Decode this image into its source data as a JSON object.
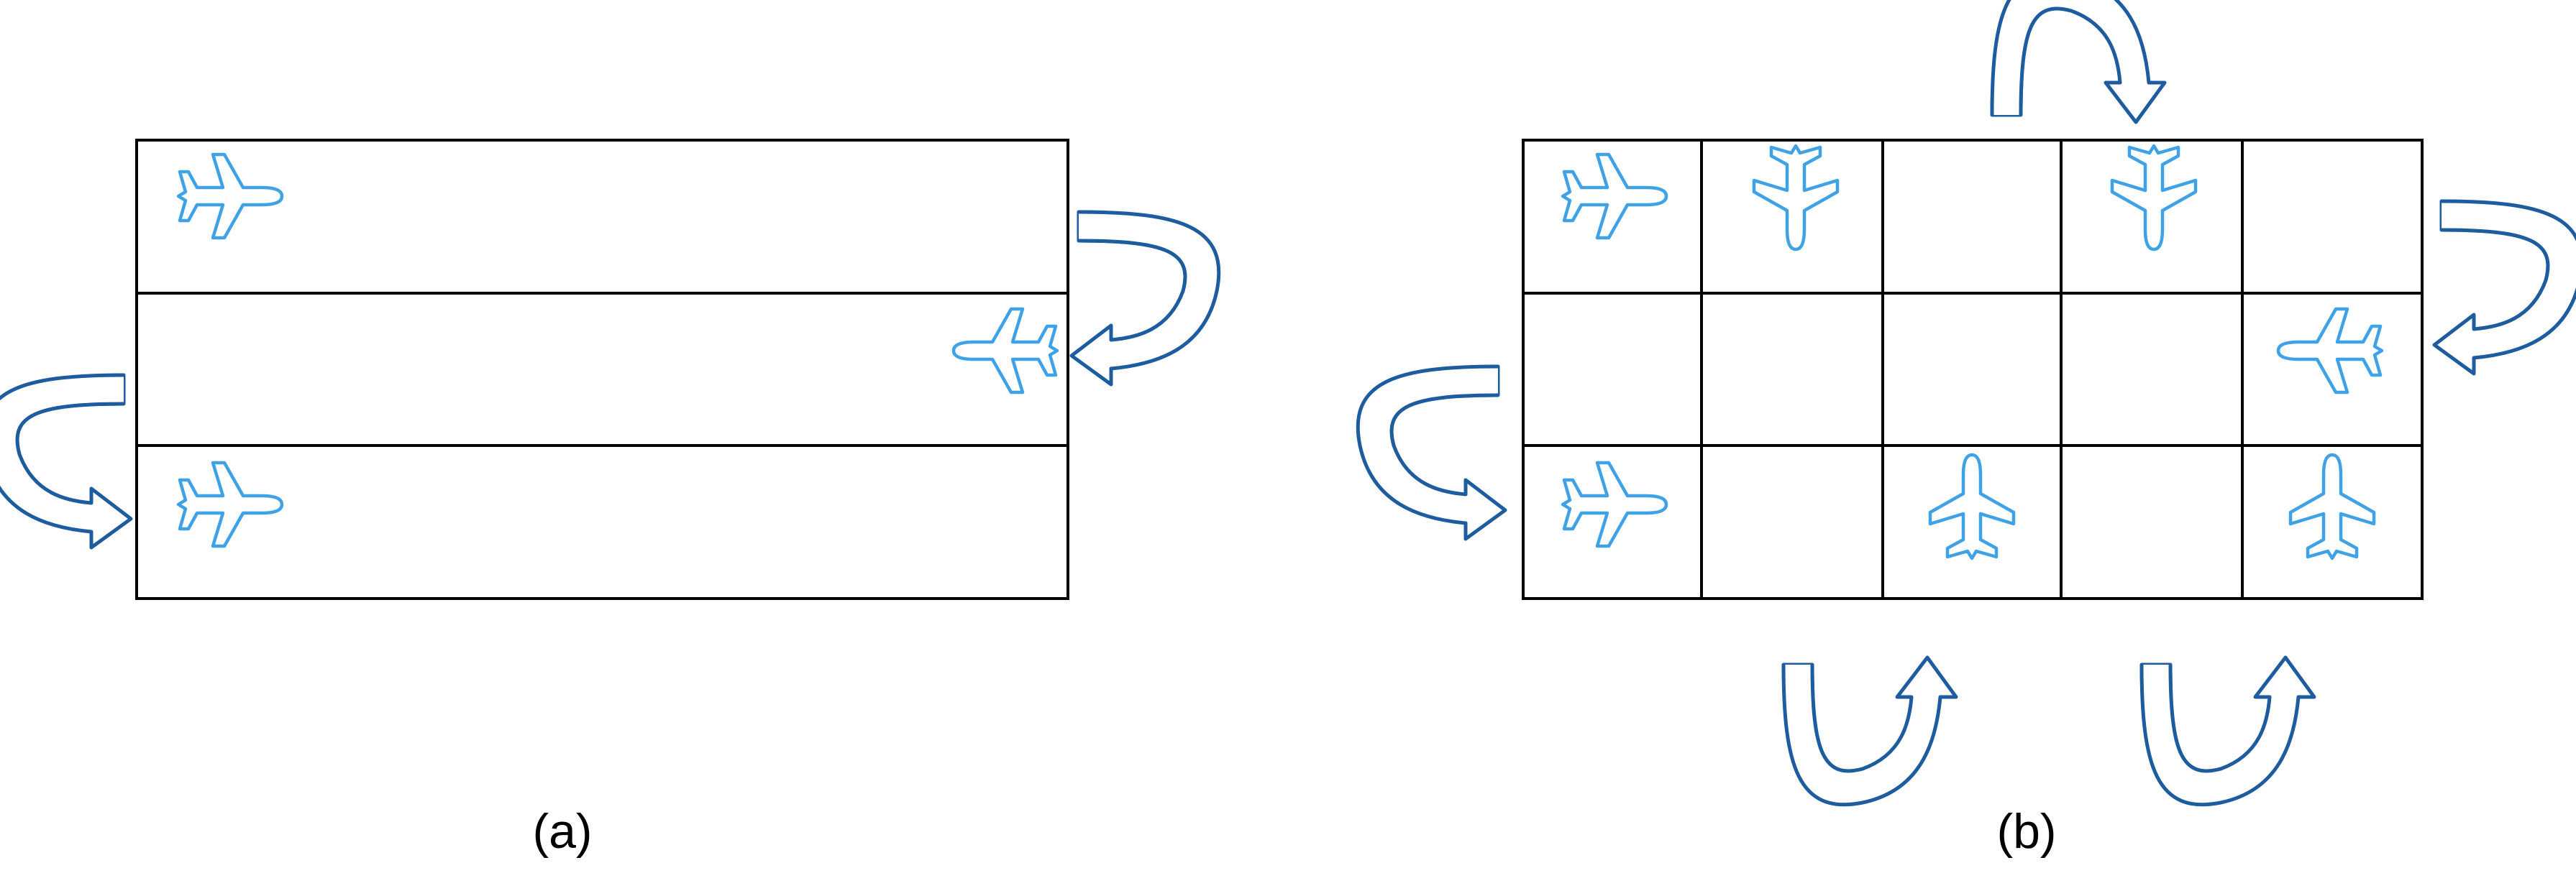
{
  "figure": {
    "colors": {
      "plane": "#3fa1e6",
      "arrow_stroke": "#1d5c9e",
      "arrow_fill": "#c9c9c9",
      "grid": "#000000"
    },
    "icons": [
      "airplane-icon",
      "curved-arrow-icon"
    ],
    "panel_a": {
      "caption": "(a)",
      "rows": 3,
      "columns": 1
    },
    "panel_b": {
      "caption": "(b)",
      "rows": 3,
      "columns": 5
    }
  }
}
